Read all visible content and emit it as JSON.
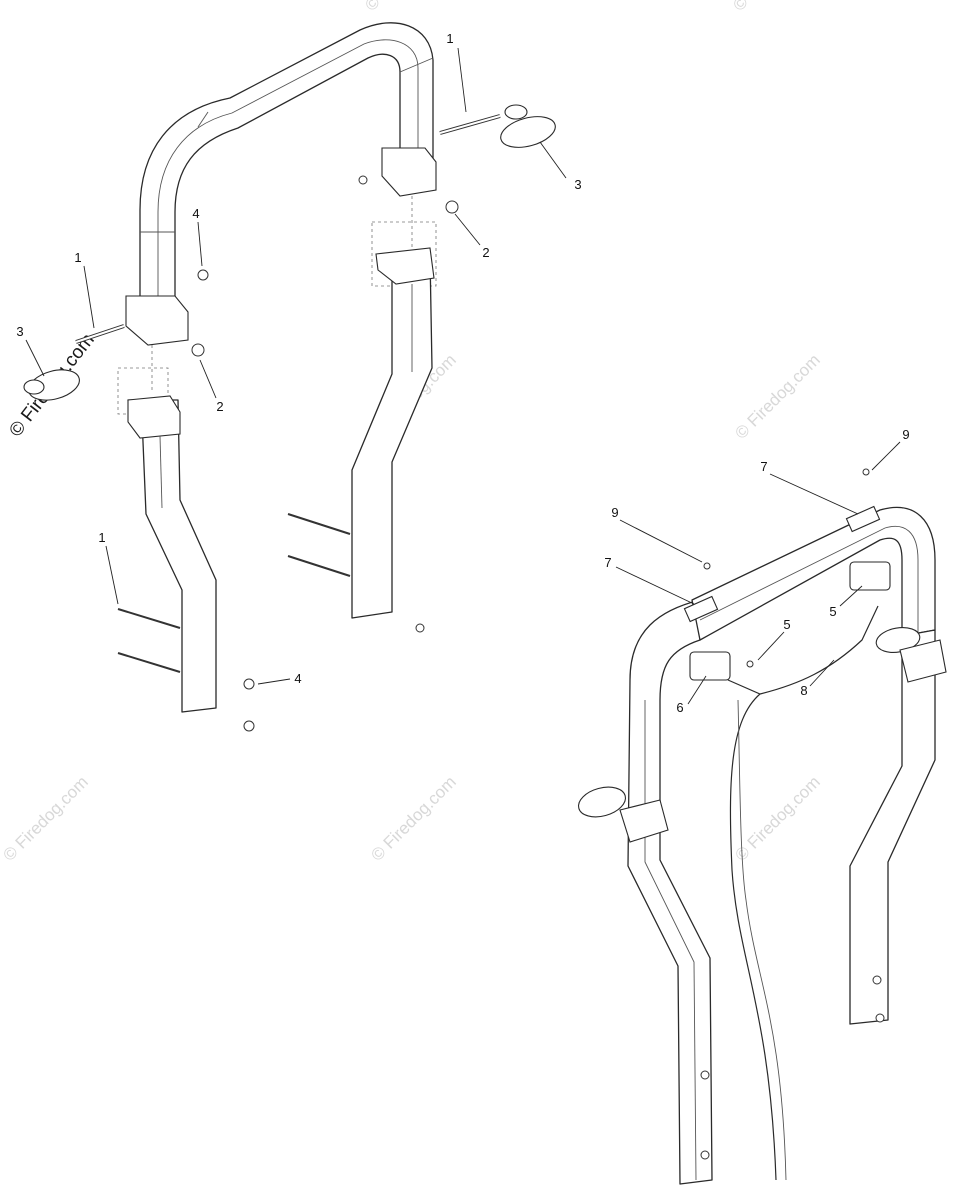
{
  "watermark": {
    "text": "© Firedog.com",
    "color": "#d8d8d8",
    "main_color": "#1a1a1a"
  },
  "callouts": {
    "left_1_top": "1",
    "left_3": "3",
    "left_4_top": "4",
    "left_2": "2",
    "left_1_bottom": "1",
    "left_4_bottom": "4",
    "right_1": "1",
    "right_3": "3",
    "right_2": "2",
    "assy_9_top": "9",
    "assy_7_top": "7",
    "assy_9_left": "9",
    "assy_7_left": "7",
    "assy_5_right": "5",
    "assy_5_left": "5",
    "assy_8": "8",
    "assy_6": "6"
  }
}
